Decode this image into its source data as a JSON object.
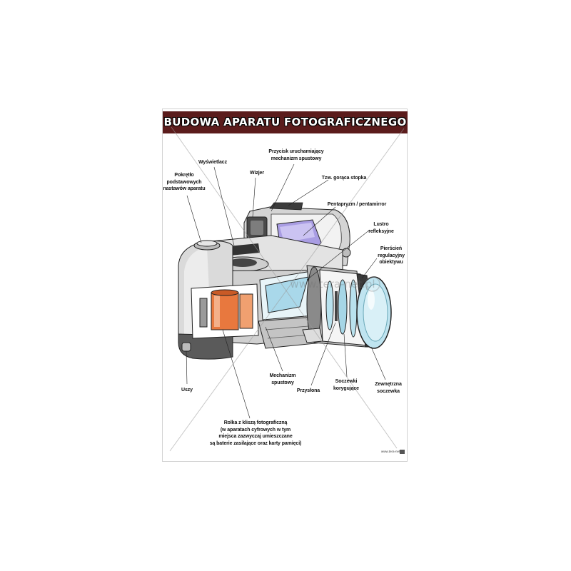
{
  "title": "BUDOWA APARATU FOTOGRAFICZNEGO",
  "labels": {
    "dial": [
      "Pokrętło",
      "podstawowych",
      "nastawów aparatu"
    ],
    "display": [
      "Wyświetlacz"
    ],
    "viewfinder": [
      "Wizjer"
    ],
    "shutter_button": [
      "Przycisk uruchamiający",
      "mechanizm spustowy"
    ],
    "hot_shoe": [
      "Tzw. gorąca stopka"
    ],
    "pentaprism": [
      "Pentapryzm / pentamirror"
    ],
    "mirror": [
      "Lustro",
      "refleksyjne"
    ],
    "lens_ring": [
      "Pierścień",
      "regulacyjny",
      "obiektywu"
    ],
    "strap_lugs": [
      "Uszy"
    ],
    "shutter_mechanism": [
      "Mechanizm",
      "spustowy"
    ],
    "aperture": [
      "Przysłona"
    ],
    "corrective_lenses": [
      "Soczewki",
      "korygujące"
    ],
    "outer_lens": [
      "Zewnętrzna",
      "soczewka"
    ],
    "film_roll": [
      "Rolka z kliszą fotograficzną",
      "(w aparatach cyfrowych w tym",
      "miejsca zazwyczaj umieszczane",
      "są baterie zasilające oraz karty pamięci)"
    ]
  },
  "watermark": "www.tera-net.pl",
  "footer": "www.tera-net.pl",
  "colors": {
    "title_bar": "#5b1c1c",
    "body": "#d4d4d4",
    "lens_glass": "#bfe4f0",
    "mirror": "#a9d8ea",
    "pentaprism": "#a99de3",
    "film": "#e8783e",
    "rubber": "#5a5a5a"
  }
}
